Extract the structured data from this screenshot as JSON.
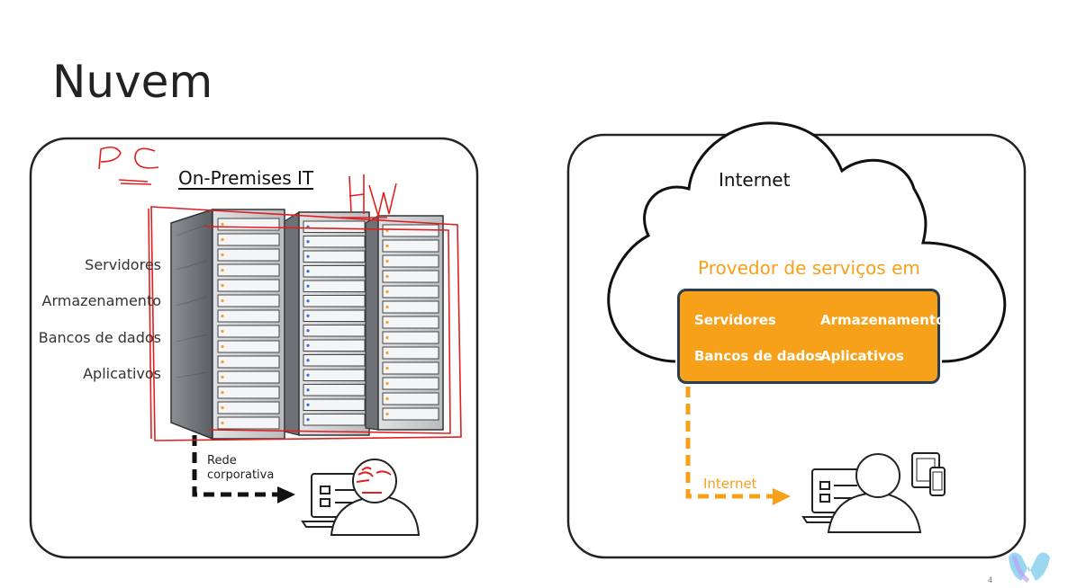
{
  "slide": {
    "title": "Nuvem",
    "page_number": "4"
  },
  "left_panel": {
    "heading": "On-Premises IT",
    "labels": [
      "Servidores",
      "Armazenamento",
      "Bancos de dados",
      "Aplicativos"
    ],
    "network_label_line1": "Rede",
    "network_label_line2": "corporativa",
    "annotations": {
      "pc": "PC",
      "hw": "HW"
    }
  },
  "right_panel": {
    "cloud_label": "Internet",
    "provider_label": "Provedor de serviços em",
    "services": {
      "servers": "Servidores",
      "storage": "Armazenamento",
      "databases": "Bancos de dados",
      "apps": "Aplicativos"
    },
    "link_label": "Internet"
  },
  "colors": {
    "accent_orange": "#f7a01a",
    "ink_red": "#e02020",
    "outline": "#1a1a1a"
  },
  "icons": [
    "server-rack-icon",
    "user-laptop-icon",
    "tablet-icon",
    "phone-icon",
    "cloud-icon",
    "app-logo-icon"
  ]
}
